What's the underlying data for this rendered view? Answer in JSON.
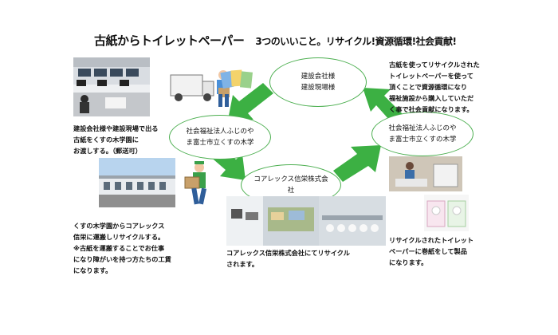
{
  "title": {
    "main": "古紙からトイレットペーパー",
    "sub": "3つのいいこと。リサイクル!資源循環!社会貢献!"
  },
  "nodes": {
    "construction": [
      "建設会社様",
      "建設現場様"
    ],
    "welfare_left": [
      "社会福祉法人ふじのや",
      "ま富士市立くすの木学"
    ],
    "welfare_right": [
      "社会福祉法人ふじのや",
      "ま富士市立くすの木学"
    ],
    "coarex": [
      "コアレックス信栄株式会",
      "社"
    ]
  },
  "captions": {
    "top_right": [
      "古紙を使ってリサイクルされた",
      "トイレットペーパーを使って",
      "頂くことで資源循環になり",
      "福祉施設から購入していただ",
      "く事で社会貢献になります。"
    ],
    "left_mid": [
      "建設会社様や建設現場で出る",
      "古紙をくすの木学園に",
      "お渡しする。（郵送可）"
    ],
    "left_bottom": [
      "くすの木学園からコアレックス",
      "信栄に運搬しリサイクルする。",
      "※古紙を運搬することでお仕事",
      "になり障がいを持つ方たちの工賃",
      "になります。"
    ],
    "center_bottom": [
      "コアレックス信栄株式会社にてリサイクル",
      "されます。"
    ],
    "right_bottom": [
      "リサイクルされたトイレット",
      "ペーパーに巻紙をして製品",
      "になります。"
    ]
  },
  "colors": {
    "arrow_green": "#3cb043",
    "node_border": "#4caf50",
    "caption_text": "#111111"
  }
}
